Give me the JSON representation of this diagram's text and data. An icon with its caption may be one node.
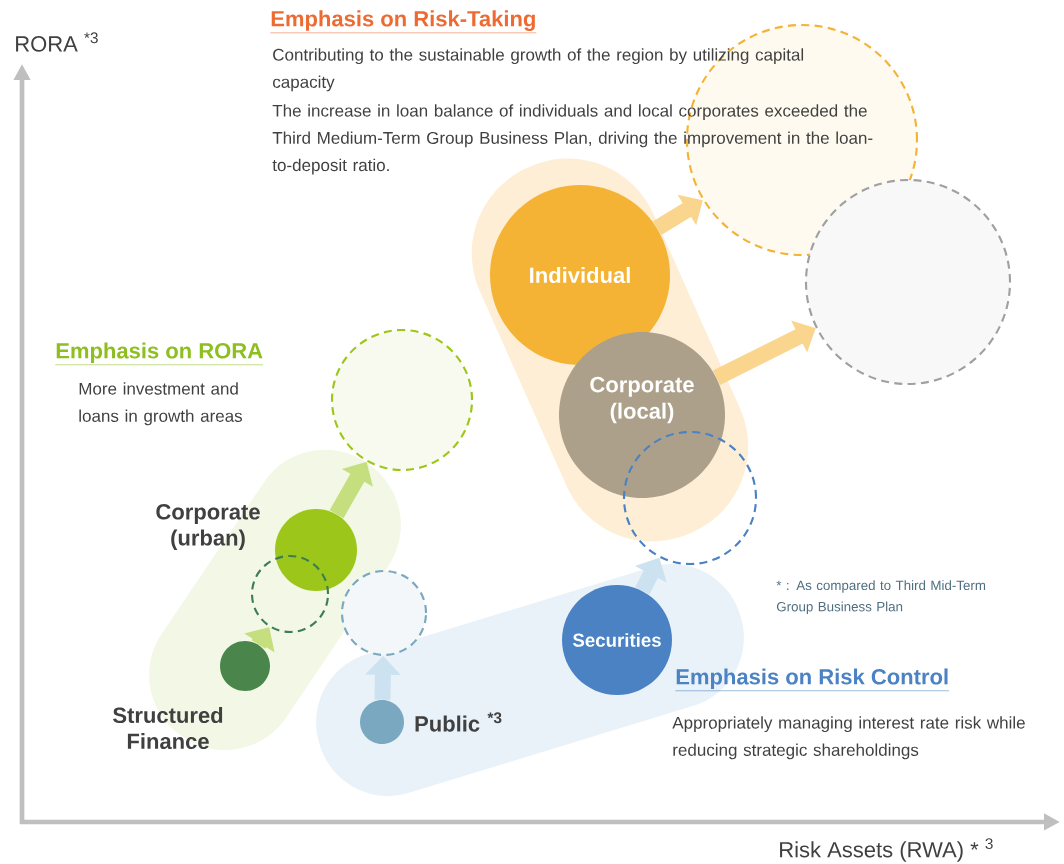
{
  "diagram": {
    "nodes": [
      {
        "text": [
          "Individual"
        ]
      },
      {
        "text": [
          "Corporate (local)"
        ]
      },
      {
        "text": [],
        "shape": "circle"
      },
      {
        "text": [],
        "shape": "circle"
      },
      {
        "text": [
          "Corporate (urban)"
        ]
      },
      {
        "text": [
          "Structured Finance"
        ]
      },
      {
        "text": [],
        "shape": "circle"
      },
      {
        "text": [],
        "shape": "circle"
      },
      {
        "text": [
          "Public $^{*3}$"
        ]
      },
      {
        "text": [],
        "shape": "circle"
      },
      {
        "text": [
          "Securities"
        ]
      },
      {
        "text": [],
        "shape": "circle"
      }
    ],
    "edges": [
      {
        "from": 0,
        "to": 2,
        "arrow": "to",
        "color": "#f9d58e"
      },
      {
        "from": 1,
        "to": 3,
        "arrow": "to",
        "color": "#f9d58e"
      },
      {
        "from": 5,
        "to": 6,
        "arrow": "to",
        "color": "#c5df7e"
      },
      {
        "from": 4,
        "to": 7,
        "arrow": "to",
        "color": "#c5df7e"
      },
      {
        "from": 8,
        "to": 9,
        "arrow": "to",
        "color": "#cce2f0"
      },
      {
        "from": 10,
        "to": 11,
        "arrow": "to",
        "color": "#cce2f0"
      }
    ],
    "labels": [
      "RORA $^{*3}$",
      "Risk Assets (RWA) * $^{3}$",
      "Emphasis on Risk-Taking",
      "Contributing to the sustainable growth of the region by utilizing capital capacity",
      "The increase in loan balance of individuals and local corporates exceeded the Third Medium-Term Group Business Plan, driving the improvement in the loan-to-deposit ratio.",
      "Emphasis on RORA",
      "More investment and loans in growth areas",
      "* : As compared to Third Mid-Term Group Business Plan",
      "Emphasis on Risk Control",
      "Appropriately managing interest rate risk while reducing strategic shareholdings"
    ]
  }
}
